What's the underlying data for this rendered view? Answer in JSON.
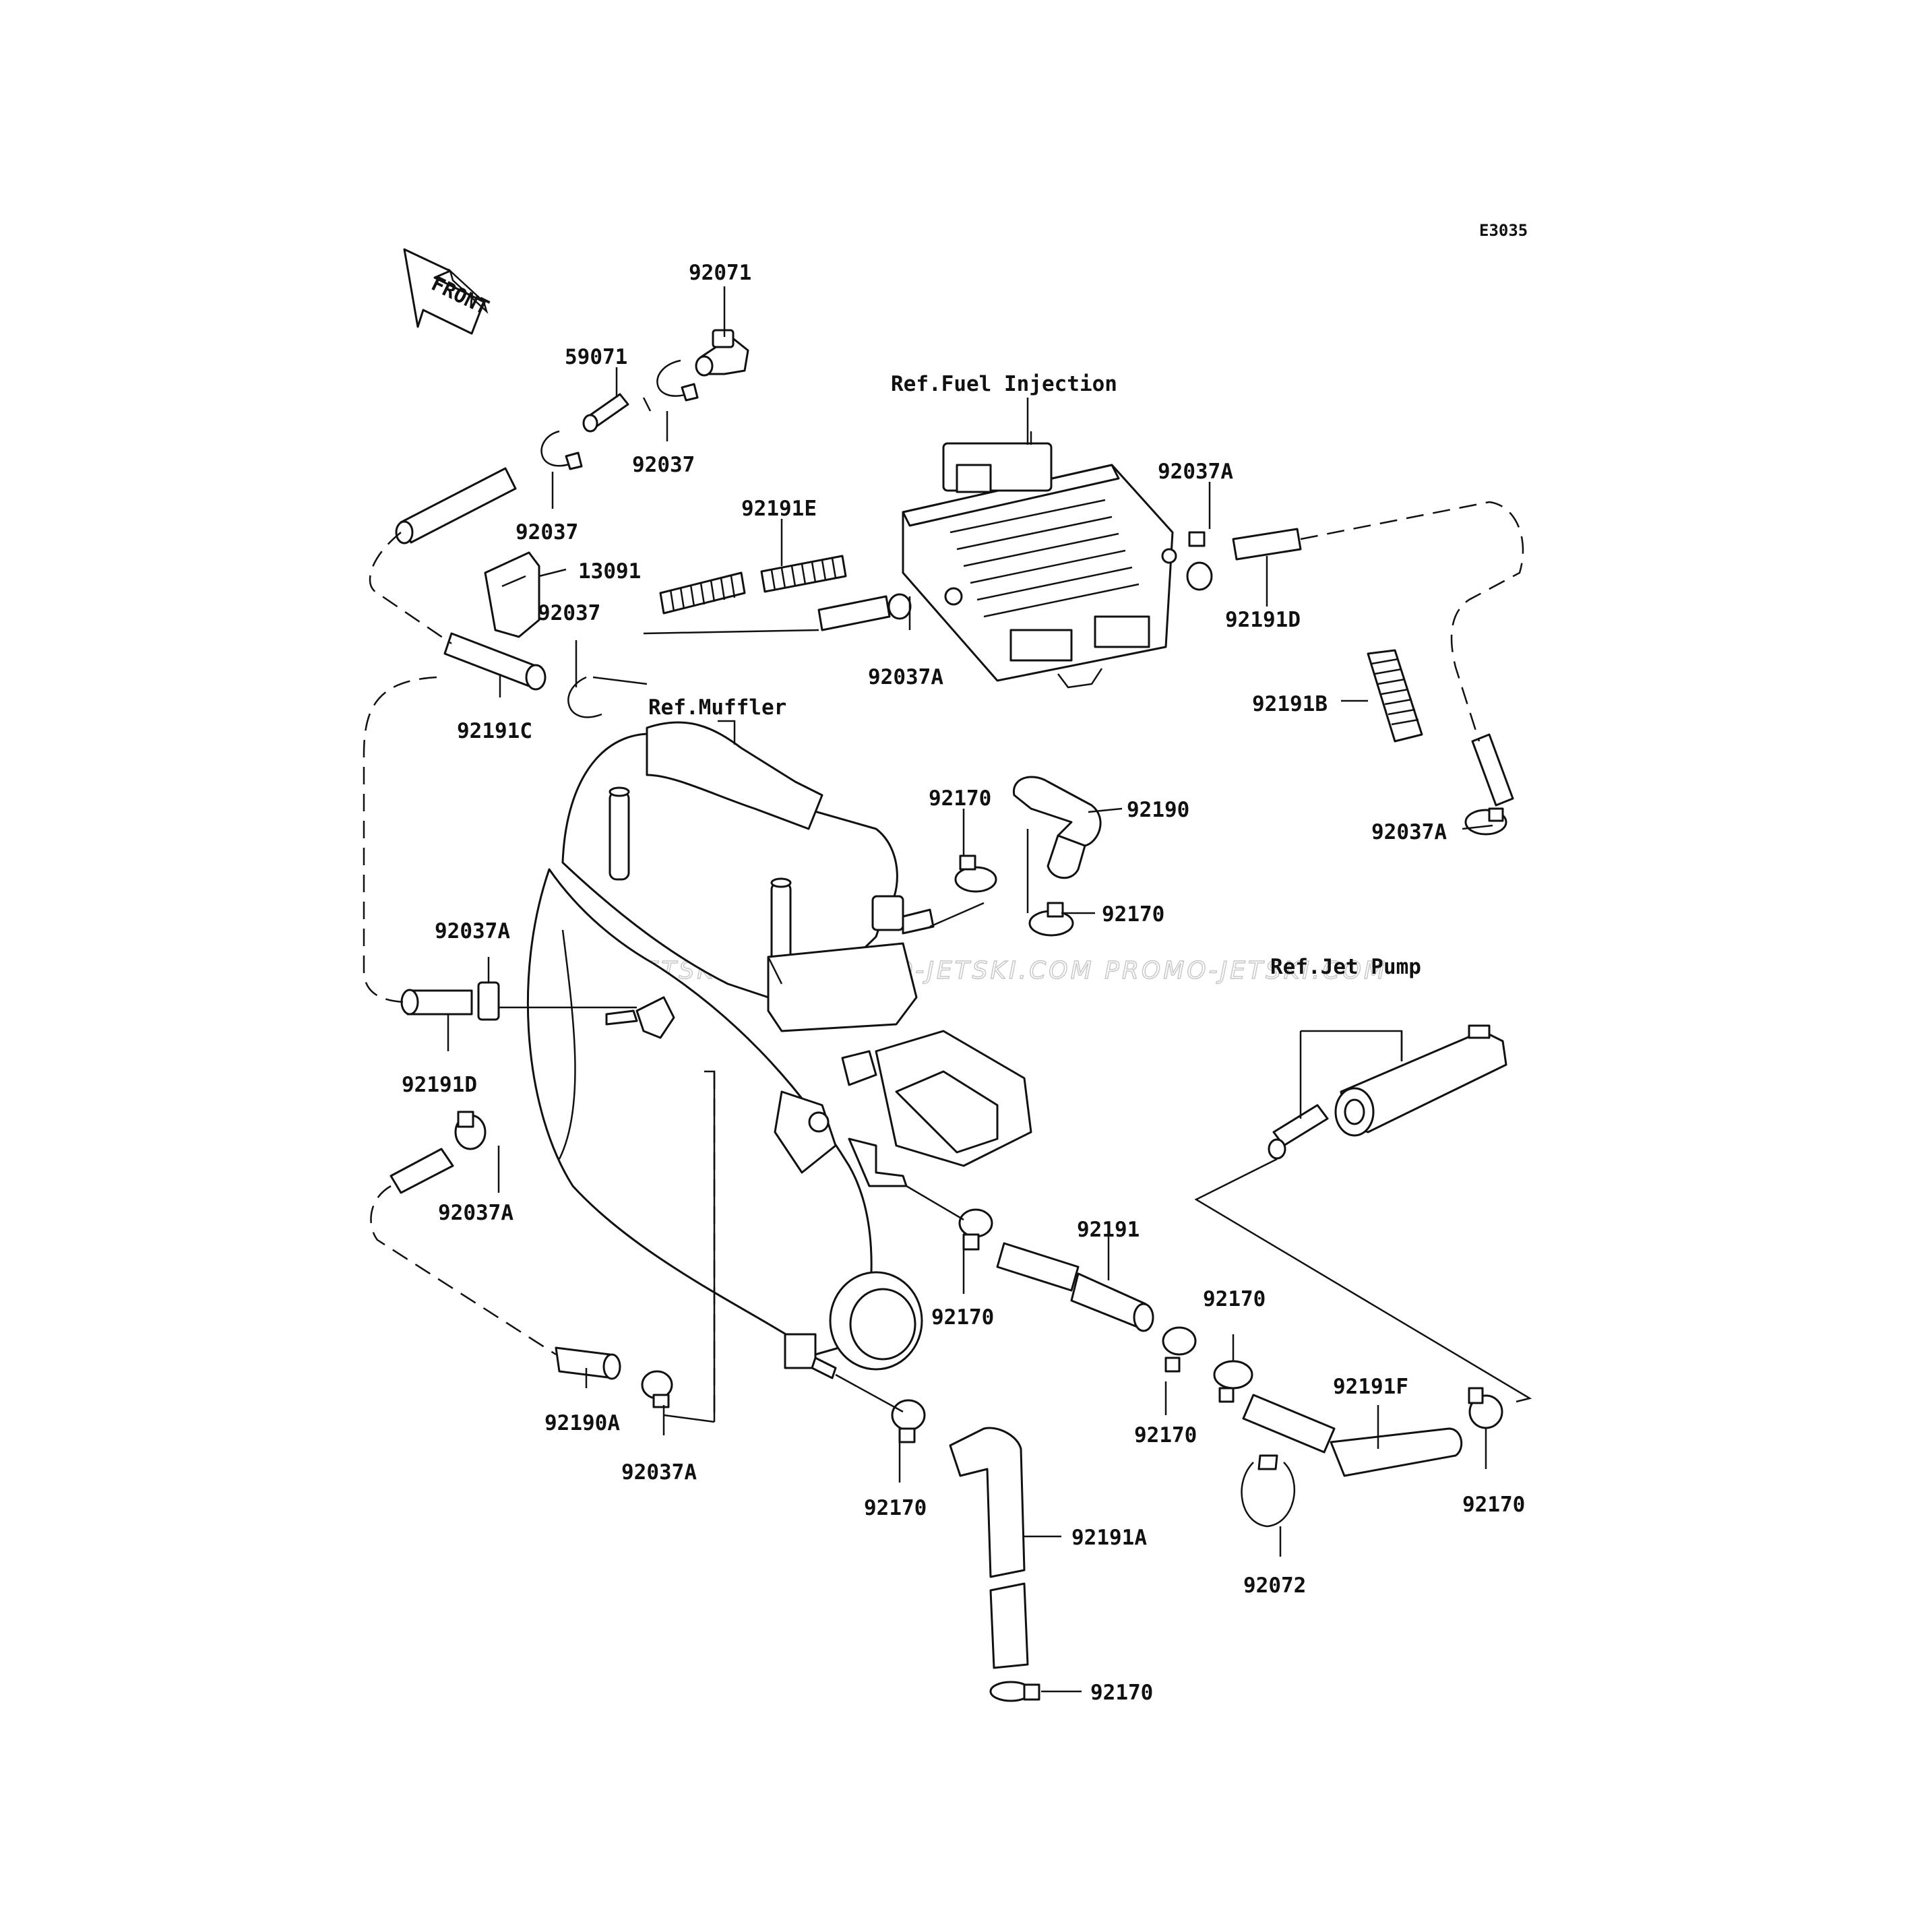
{
  "figure_code": "E3035",
  "front_arrow_label": "FRONT",
  "watermark": "JETSKI.COM   PROMO-JETSKI.COM   PROMO-JETSKI.COM",
  "references": {
    "fuel_injection": "Ref.Fuel Injection",
    "muffler": "Ref.Muffler",
    "jet_pump": "Ref.Jet Pump"
  },
  "part_labels": {
    "p92071": "92071",
    "p59071": "59071",
    "p92037_top": "92037",
    "p92037_left": "92037",
    "p13091": "13091",
    "p92037_mid": "92037",
    "p92191C": "92191C",
    "p92191E": "92191E",
    "p92037A_ecu_right": "92037A",
    "p92037A_ecu_left": "92037A",
    "p92191D_right": "92191D",
    "p92191B": "92191B",
    "p92037A_right": "92037A",
    "p92170_a": "92170",
    "p92190": "92190",
    "p92170_b": "92170",
    "p92037A_left": "92037A",
    "p92191D_left": "92191D",
    "p92037A_low": "92037A",
    "p92191": "92191",
    "p92170_c": "92170",
    "p92170_d": "92170",
    "p92170_e": "92170",
    "p92191F": "92191F",
    "p92190A": "92190A",
    "p92037A_bottom": "92037A",
    "p92170_f": "92170",
    "p92170_g": "92170",
    "p92191A": "92191A",
    "p92072": "92072",
    "p92170_h": "92170"
  }
}
